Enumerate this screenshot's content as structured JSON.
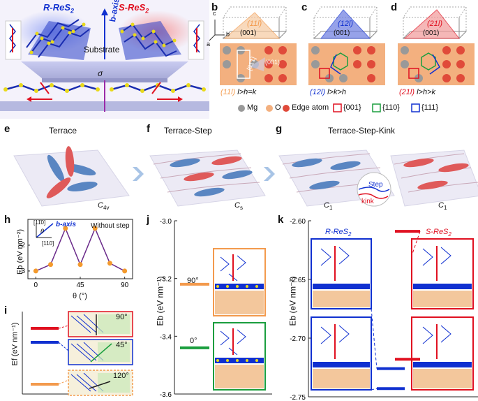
{
  "labels": [
    "a",
    "b",
    "c",
    "d",
    "e",
    "f",
    "g",
    "h",
    "i",
    "j",
    "k"
  ],
  "a": {
    "r": "R-ReS",
    "s": "S-ReS",
    "sub": "2",
    "baxis": "b-axis",
    "substrate": "Substrate",
    "sigma": "σ"
  },
  "b": {
    "face": "(11l)",
    "plane": "(001)",
    "caption": "(11l)",
    "cond": "l>h=k",
    "vec": "[01̄1]",
    "inner": "(001)",
    "axis_c": "c",
    "axis_a": "a",
    "axis_b": "b"
  },
  "c": {
    "face": "(12l)",
    "plane": "(001)",
    "caption": "(12l)",
    "cond": "l>k>h"
  },
  "d": {
    "face": "(21l)",
    "plane": "(001)",
    "caption": "(21l)",
    "cond": "l>h>k"
  },
  "legend": {
    "mg": "Mg",
    "o": "O",
    "edge": "Edge atom",
    "f001": "{001}",
    "f110": "{110}",
    "f111": "{111}"
  },
  "e": {
    "title": "Terrace",
    "sym": "C",
    "sub": "4v"
  },
  "f": {
    "title": "Terrace-Step",
    "sym": "C",
    "sub": "s"
  },
  "g": {
    "title": "Terrace-Step-Kink",
    "sym1": "C",
    "sub1": "1",
    "sym2": "C",
    "sub2": "1",
    "step": "Step",
    "kink": "kink"
  },
  "h": {
    "ylabel": "Eb (eV nm⁻²)",
    "xlabel": "θ (°)",
    "note": "Without step",
    "baxis": "b-axis",
    "dir1": "[11̄0]",
    "dir2": "[110]",
    "theta": "θ",
    "xticks": [
      "0",
      "45",
      "90"
    ],
    "yticks": [
      "-2",
      "-3"
    ]
  },
  "chart_data": [
    {
      "type": "line",
      "name": "h",
      "title": "",
      "xlabel": "θ (°)",
      "ylabel": "Eb (eV nm⁻²)",
      "x": [
        0,
        15,
        30,
        45,
        60,
        75,
        90
      ],
      "values": [
        -3.0,
        -2.75,
        -1.35,
        -2.75,
        -1.35,
        -2.7,
        -3.0
      ],
      "xlim": [
        -8,
        98
      ],
      "ylim": [
        -3.3,
        -1.0
      ],
      "color": "#6a2a8a",
      "marker_color": "#f39a2d"
    },
    {
      "type": "bar",
      "name": "j",
      "ylabel": "Eb (eV nm⁻¹)",
      "ylim": [
        -3.6,
        -3.0
      ],
      "categories": [
        "90°",
        "0°"
      ],
      "values": [
        -3.22,
        -3.44
      ],
      "colors": [
        "#f39a4d",
        "#1a9e3e"
      ],
      "yticks": [
        "-3.0",
        "-3.2",
        "-3.4",
        "-3.6"
      ]
    },
    {
      "type": "bar",
      "name": "k",
      "ylabel": "Eb (eV nm⁻²)",
      "ylim": [
        -2.75,
        -2.6
      ],
      "series": [
        {
          "name": "R-ReS2",
          "values": [
            -2.726,
            -2.743
          ]
        },
        {
          "name": "S-ReS2",
          "values": [
            -2.609,
            -2.718
          ]
        }
      ],
      "colors": [
        "#1030d0",
        "#e01020"
      ],
      "yticks": [
        "-2.60",
        "-2.65",
        "-2.70",
        "-2.75"
      ]
    },
    {
      "type": "bar",
      "name": "i",
      "ylabel": "Ef (eV nm⁻¹)",
      "categories": [
        "90°",
        "45°",
        "120°"
      ],
      "colors": [
        "#e01020",
        "#1030d0",
        "#f39a4d"
      ]
    }
  ],
  "k": {
    "r": "R-ReS",
    "s": "S-ReS",
    "sub": "2"
  },
  "i": {
    "a90": "90°",
    "a45": "45°",
    "a120": "120°"
  },
  "j": {
    "a90": "90°",
    "a0": "0°"
  }
}
